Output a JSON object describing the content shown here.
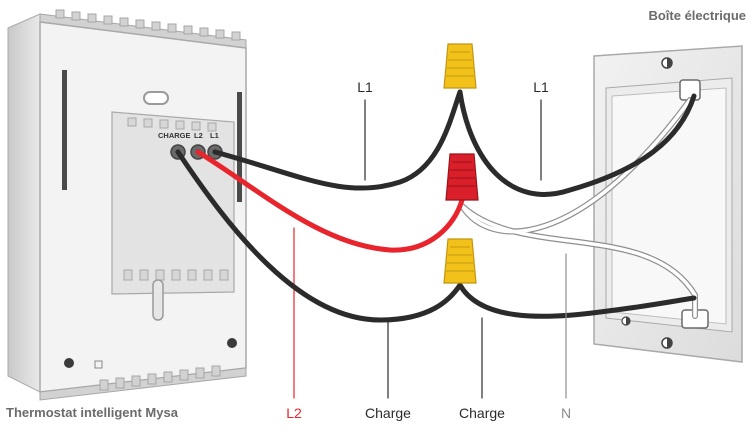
{
  "titles": {
    "thermostat": "Thermostat intelligent Mysa",
    "box": "Boîte électrique"
  },
  "terminals": {
    "charge": "CHARGE",
    "l2": "L2",
    "l1": "L1"
  },
  "wire_labels": {
    "l1_left": "L1",
    "l1_right": "L1",
    "l2": "L2",
    "charge_left": "Charge",
    "charge_right": "Charge",
    "n": "N"
  },
  "colors": {
    "wire_black": "#2b2b2b",
    "wire_red": "#e8242c",
    "wire_white": "#ffffff",
    "nut_yellow": "#f2c21b",
    "nut_red": "#d9202a",
    "label_red": "#e8242c",
    "label_gray": "#8a8a8a"
  }
}
